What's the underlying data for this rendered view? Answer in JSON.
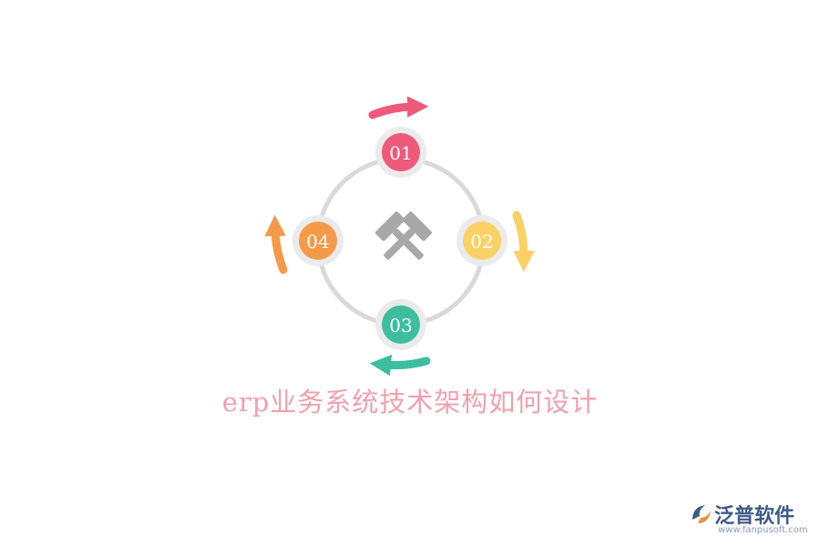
{
  "diagram": {
    "steps": [
      {
        "label": "01",
        "color": "#ee5a7a"
      },
      {
        "label": "02",
        "color": "#fbd064"
      },
      {
        "label": "03",
        "color": "#3dbf9f"
      },
      {
        "label": "04",
        "color": "#f49a48"
      }
    ],
    "ring_color": "#d9d9d9",
    "node_halo_color": "#ebebeb",
    "center_icon": "crossed-hammers-icon",
    "center_icon_color": "#a8a8a8"
  },
  "title": {
    "text": "erp业务系统技术架构如何设计",
    "color": "#f2a0ad"
  },
  "logo": {
    "name": "泛普软件",
    "url": "www.fanpusoft.com",
    "color": "#3d5a8a"
  }
}
